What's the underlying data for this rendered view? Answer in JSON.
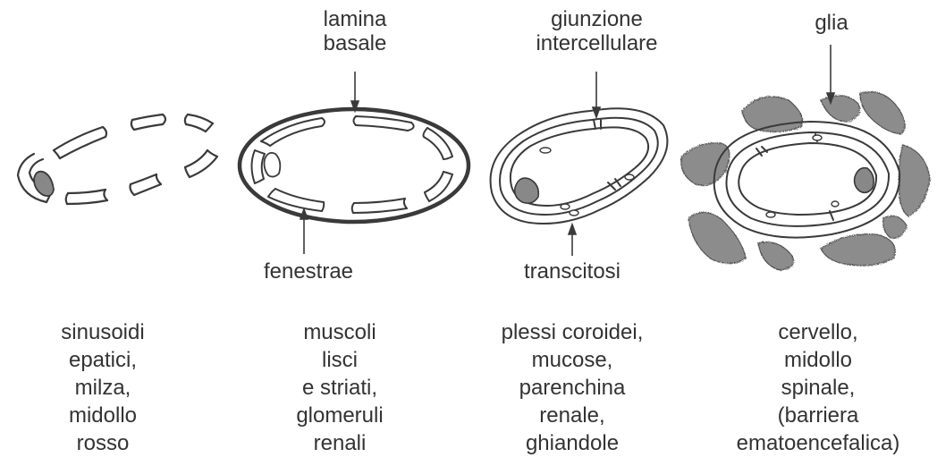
{
  "labels": {
    "lamina_basale": "lamina\nbasale",
    "giunzione": "giunzione\nintercellulare",
    "glia": "glia",
    "fenestrae": "fenestrae",
    "transcitosi": "transcitosi"
  },
  "captions": [
    "sinusoidi\nepatici,\nmilza,\nmidollo\nrosso",
    "muscoli\nlisci\ne striati,\nglomeruli\nrenali",
    "plessi coroidei,\nmucose,\nparenchina\nrenale,\nghiandole",
    "cervello,\nmidollo\nspinale,\n(barriera\nematoencefalica)"
  ],
  "colors": {
    "line": "#3a3a3a",
    "glia_fill": "#8c8c8c",
    "nucleus_fill": "#888888"
  }
}
